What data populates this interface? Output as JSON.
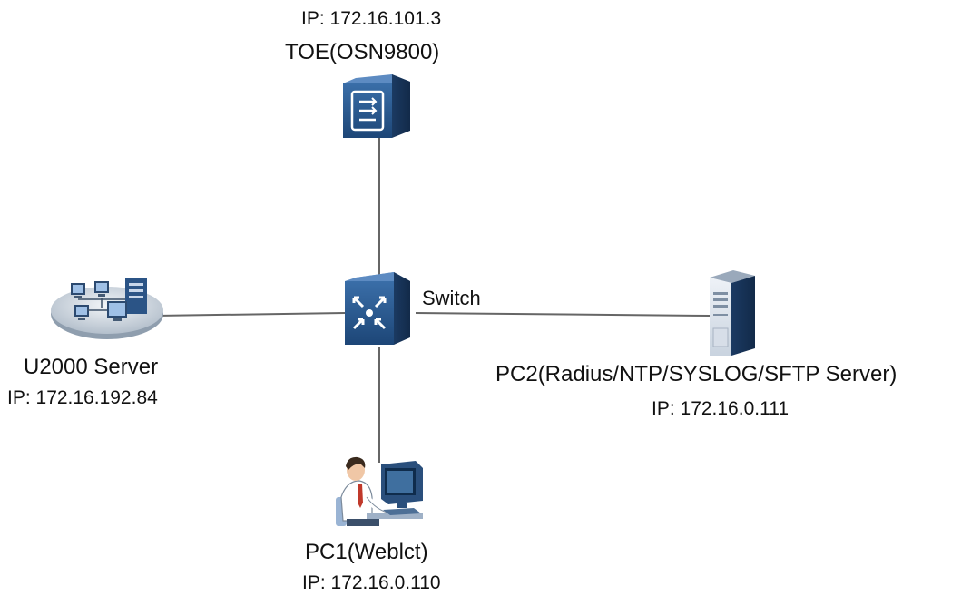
{
  "nodes": {
    "toe": {
      "name": "TOE(OSN9800)",
      "ip": "IP: 172.16.101.3",
      "icon": "optical-transport-device-icon"
    },
    "switch": {
      "name": "Switch",
      "icon": "network-switch-icon"
    },
    "u2000": {
      "name": "U2000 Server",
      "ip": "IP: 172.16.192.84",
      "icon": "network-management-lan-icon"
    },
    "pc2": {
      "name": "PC2(Radius/NTP/SYSLOG/SFTP Server)",
      "ip": "IP: 172.16.0.111",
      "icon": "tower-server-icon"
    },
    "pc1": {
      "name": "PC1(Weblct)",
      "ip": "IP: 172.16.0.110",
      "icon": "user-at-workstation-icon"
    }
  },
  "links": [
    {
      "from": "switch",
      "to": "toe"
    },
    {
      "from": "switch",
      "to": "u2000"
    },
    {
      "from": "switch",
      "to": "pc2"
    },
    {
      "from": "switch",
      "to": "pc1"
    }
  ],
  "colors": {
    "device_blue_dark": "#1c3d66",
    "device_blue_mid": "#2e5e94",
    "device_blue_light": "#4f80b8",
    "link_line": "#666666",
    "server_grey": "#dfe5ee"
  }
}
